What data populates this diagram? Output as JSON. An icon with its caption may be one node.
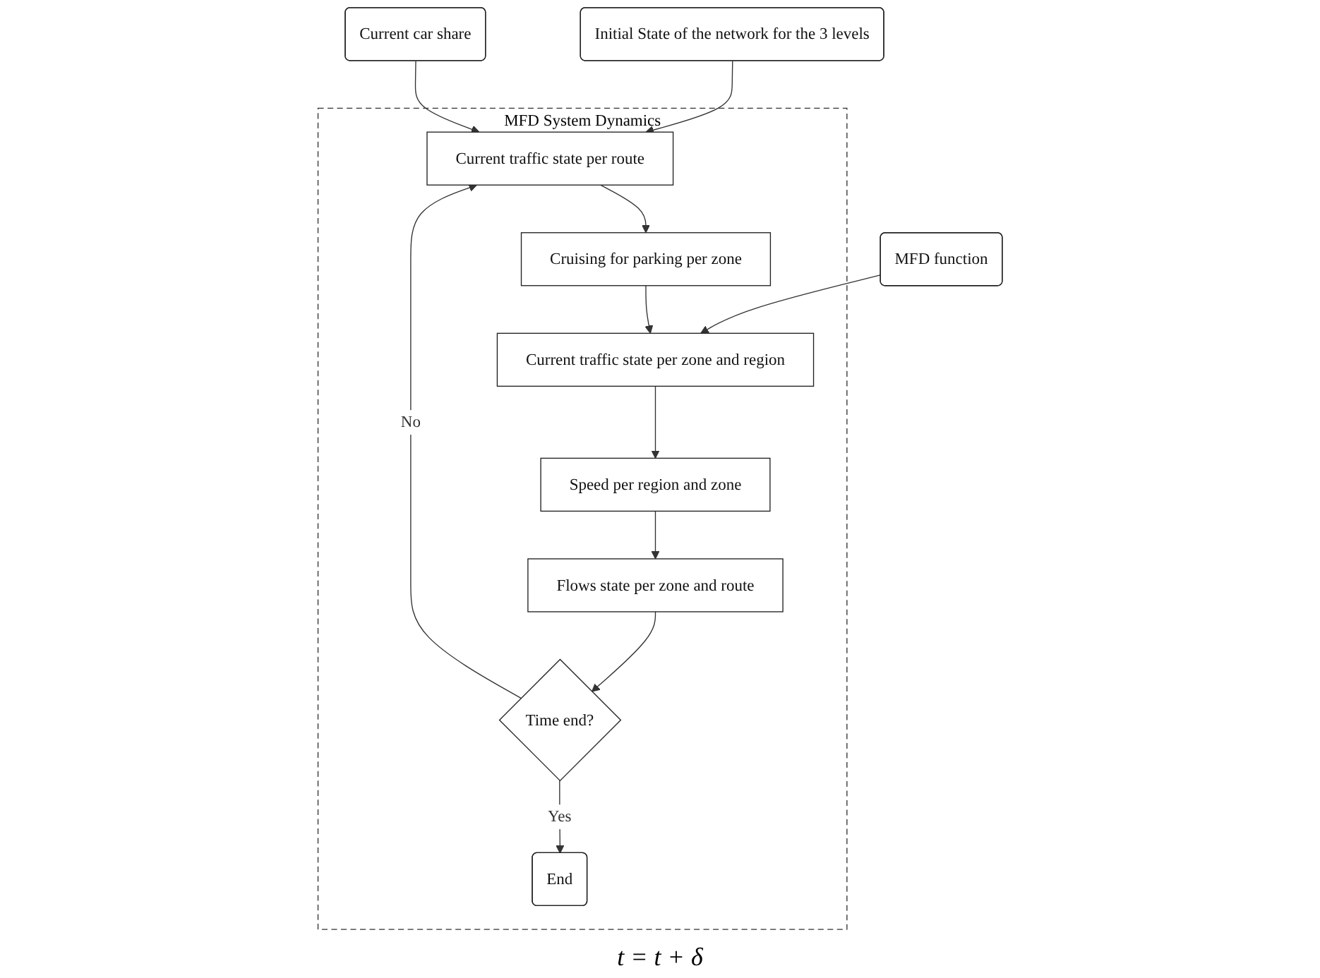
{
  "diagram": {
    "nodes": [
      {
        "text": [
          "Initial State of the network for the 3 levels"
        ]
      },
      {
        "text": [
          "MFD System Dynamics"
        ]
      },
      {
        "text": [
          "Current traffic state per route"
        ],
        "in": 1
      },
      {
        "text": [
          "Cruising for parking per zone"
        ],
        "in": 1
      },
      {
        "text": [
          "Current traffic state per zone and region"
        ],
        "in": 1
      },
      {
        "text": [
          "Speed per region and zone"
        ],
        "in": 1
      },
      {
        "text": [
          "Flows state per zone and route"
        ],
        "in": 1
      },
      {
        "text": [
          "Time end?"
        ],
        "in": 1
      },
      {
        "text": [
          "End"
        ],
        "in": 1
      },
      {
        "text": [
          "Current car share"
        ]
      },
      {
        "text": [
          "MFD function"
        ]
      }
    ],
    "edges": [
      {
        "from": 0,
        "to": 2,
        "arrow": "to"
      },
      {
        "from": 9,
        "to": 2,
        "arrow": "to"
      },
      {
        "from": 2,
        "to": 3,
        "arrow": "to"
      },
      {
        "from": 3,
        "to": 4,
        "arrow": "to"
      },
      {
        "from": 10,
        "to": 4,
        "arrow": "to"
      },
      {
        "from": 4,
        "to": 5,
        "arrow": "to"
      },
      {
        "from": 5,
        "to": 6,
        "arrow": "to"
      },
      {
        "from": 6,
        "to": 7,
        "arrow": "to"
      },
      {
        "from": 7,
        "to": 8,
        "label": "Yes",
        "arrow": "to"
      },
      {
        "from": 7,
        "to": 2,
        "label": "No",
        "arrow": "to"
      }
    ],
    "labels": [
      "t = t + δ"
    ]
  }
}
